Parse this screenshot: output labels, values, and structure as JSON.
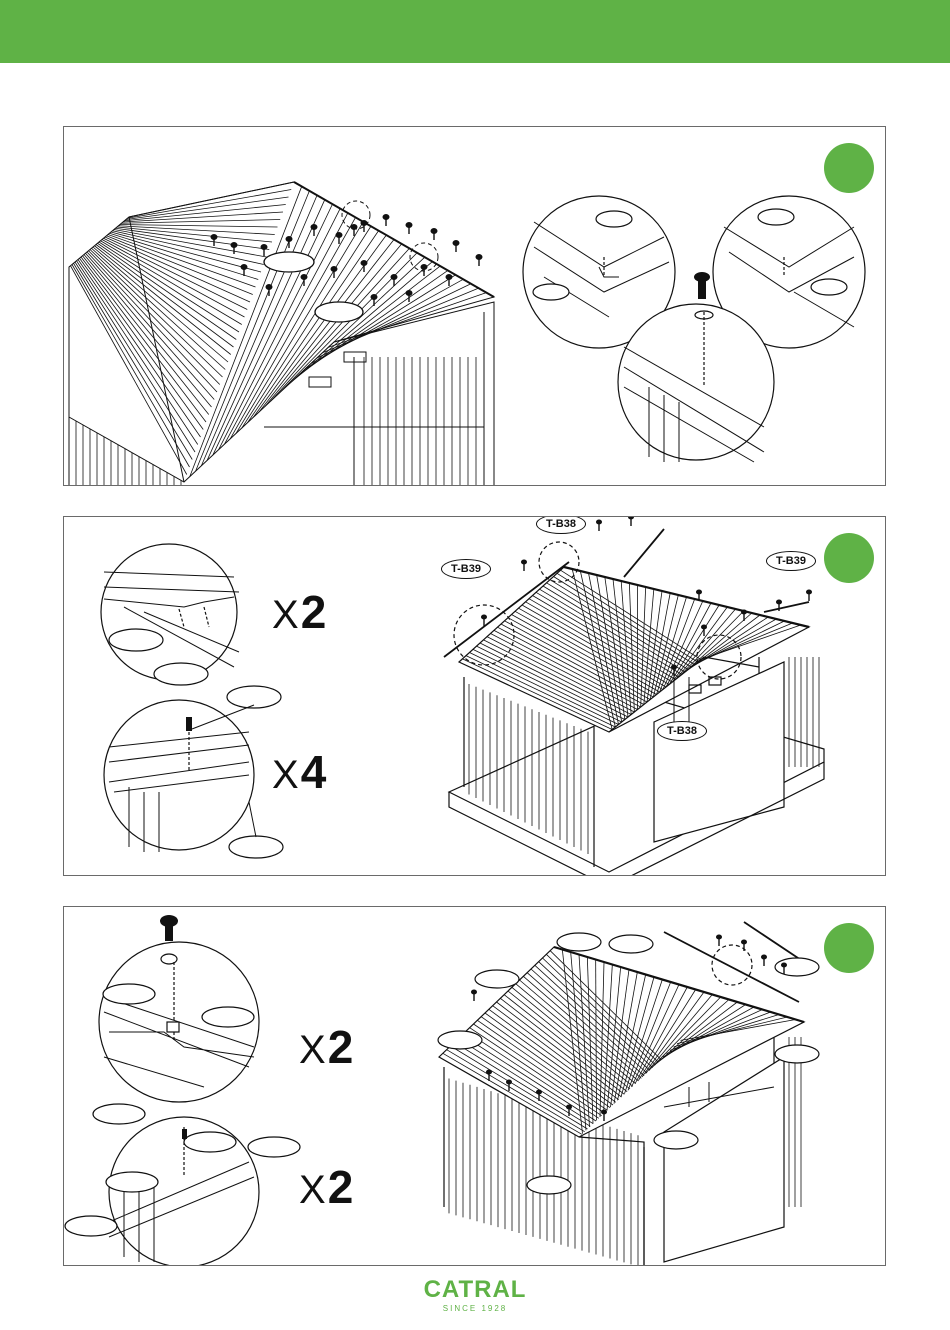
{
  "colors": {
    "brand_green": "#5fb246",
    "line": "#111111"
  },
  "panels": [
    {
      "multipliers": []
    },
    {
      "multipliers": [
        {
          "x": "X",
          "n": "2"
        },
        {
          "x": "X",
          "n": "4"
        }
      ],
      "labels": [
        "T-B38",
        "T-B39",
        "T-B39",
        "T-B38"
      ]
    },
    {
      "multipliers": [
        {
          "x": "X",
          "n": "2"
        },
        {
          "x": "X",
          "n": "2"
        }
      ]
    }
  ],
  "brand": {
    "name": "CATRAL",
    "tagline": "SINCE 1928"
  }
}
